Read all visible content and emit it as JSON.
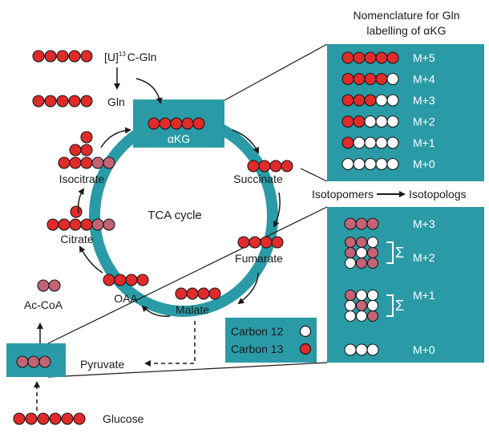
{
  "colors": {
    "teal": "#2a9ba6",
    "carbon13": "#e12a2a",
    "carbon12": "#ffffff",
    "mixed": "#c26476",
    "ink": "#1a1a1a"
  },
  "texts": {
    "tracer_label_main": "[U]",
    "tracer_label_sup": "13",
    "tracer_label_rest": "C-Gln",
    "gln": "Gln",
    "akg": "αKG",
    "succinate": "Succinate",
    "fumarate": "Fumarate",
    "malate": "Malate",
    "oaa": "OAA",
    "citrate": "Citrate",
    "isocitrate": "Isocitrate",
    "tca_cycle": "TCA cycle",
    "accoa": "Ac-CoA",
    "pyruvate": "Pyruvate",
    "glucose": "Glucose",
    "nomenclature_line1": "Nomenclature for Gln",
    "nomenclature_line2": "labelling of αKG",
    "isotopomers": "Isotopomers",
    "isotopologs": "Isotopologs",
    "carbon12": "Carbon 12",
    "carbon13": "Carbon 13",
    "sigma": "Σ"
  },
  "nomenclature_rows": [
    {
      "label": "M+5",
      "labelled": 5
    },
    {
      "label": "M+4",
      "labelled": 4
    },
    {
      "label": "M+3",
      "labelled": 3
    },
    {
      "label": "M+2",
      "labelled": 2
    },
    {
      "label": "M+1",
      "labelled": 1
    },
    {
      "label": "M+0",
      "labelled": 0
    }
  ],
  "isotopolog_labels": [
    "M+3",
    "M+2",
    "M+1",
    "M+0"
  ]
}
